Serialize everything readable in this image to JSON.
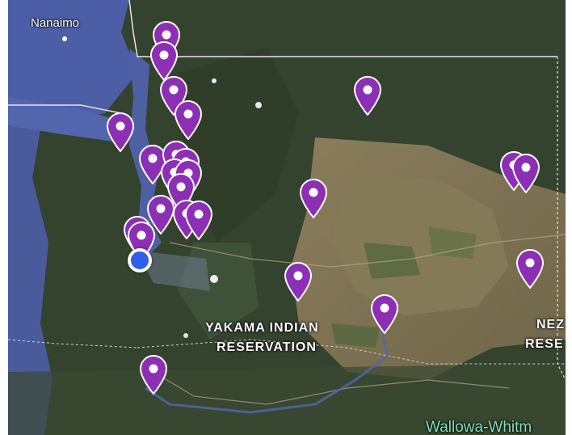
{
  "map": {
    "labels": {
      "city": "Nanaimo",
      "reservation_1_line1": "YAKAMA INDIAN",
      "reservation_1_line2": "RESERVATION",
      "reservation_2_line1": "NEZ",
      "reservation_2_line2": "RESE",
      "forest": "Wallowa-Whitm"
    },
    "colors": {
      "pin": "#8c2fb5",
      "user_location": "#2f5fe8",
      "water": "#4a5fa8",
      "land": "#3b4a33"
    },
    "icons": {
      "pin": "map-pin-icon",
      "user": "current-location-icon"
    }
  }
}
